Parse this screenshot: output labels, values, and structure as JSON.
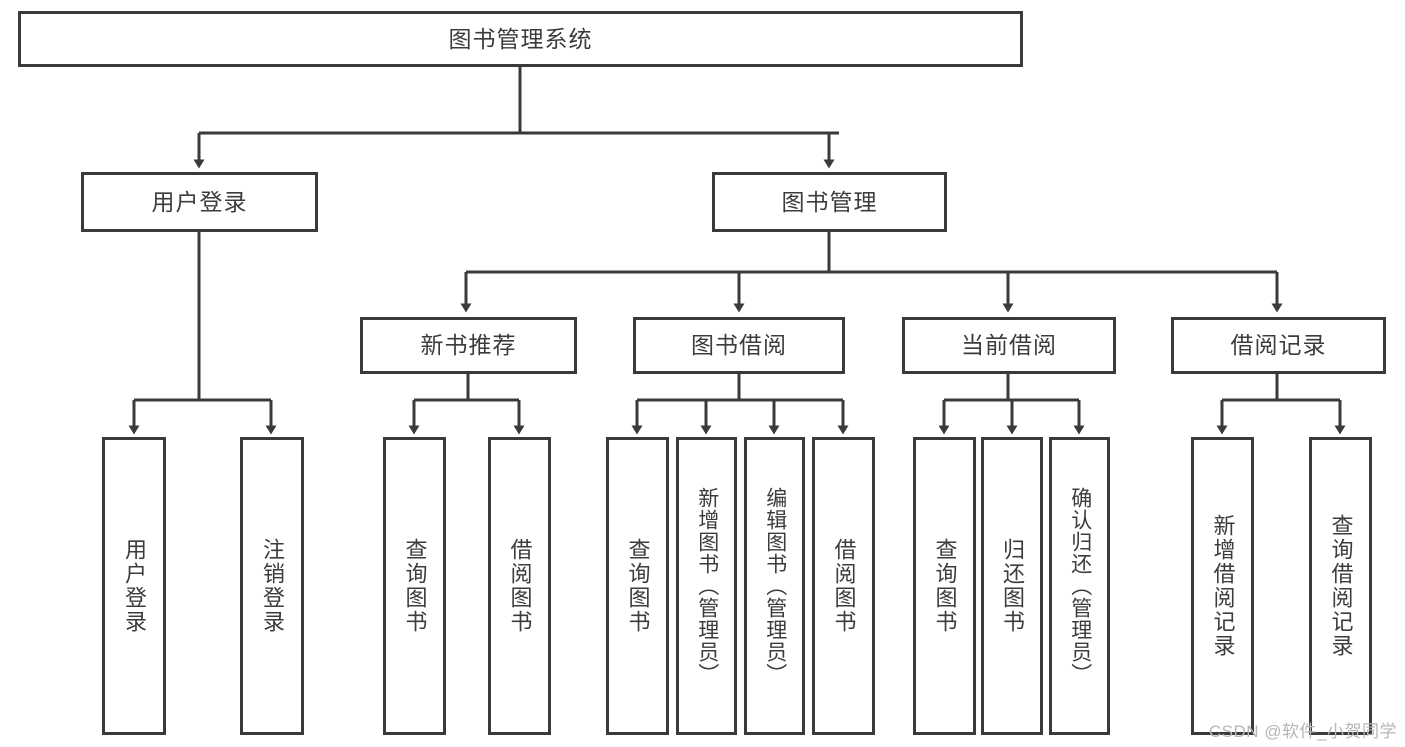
{
  "diagram": {
    "title": "图书管理系统",
    "type": "tree-hierarchy",
    "root": {
      "label": "图书管理系统"
    },
    "level1": [
      {
        "label": "用户登录"
      },
      {
        "label": "图书管理"
      }
    ],
    "level2": [
      {
        "label": "新书推荐"
      },
      {
        "label": "图书借阅"
      },
      {
        "label": "当前借阅"
      },
      {
        "label": "借阅记录"
      }
    ],
    "leaves": {
      "user_login": [
        {
          "label": "用户登录"
        },
        {
          "label": "注销登录"
        }
      ],
      "new_book_recommend": [
        {
          "label": "查询图书"
        },
        {
          "label": "借阅图书"
        }
      ],
      "book_borrow": [
        {
          "label": "查询图书"
        },
        {
          "label": "新增图书（管理员）"
        },
        {
          "label": "编辑图书（管理员）"
        },
        {
          "label": "借阅图书"
        }
      ],
      "current_borrow": [
        {
          "label": "查询图书"
        },
        {
          "label": "归还图书"
        },
        {
          "label": "确认归还（管理员）"
        }
      ],
      "borrow_record": [
        {
          "label": "新增借阅记录"
        },
        {
          "label": "查询借阅记录"
        }
      ]
    }
  },
  "watermark": {
    "text": "CSDN @软件_小贺同学"
  },
  "colors": {
    "stroke": "#3a3a3a",
    "text": "#3c3c3c",
    "background": "#ffffff",
    "watermark": "#b6b6b6"
  }
}
